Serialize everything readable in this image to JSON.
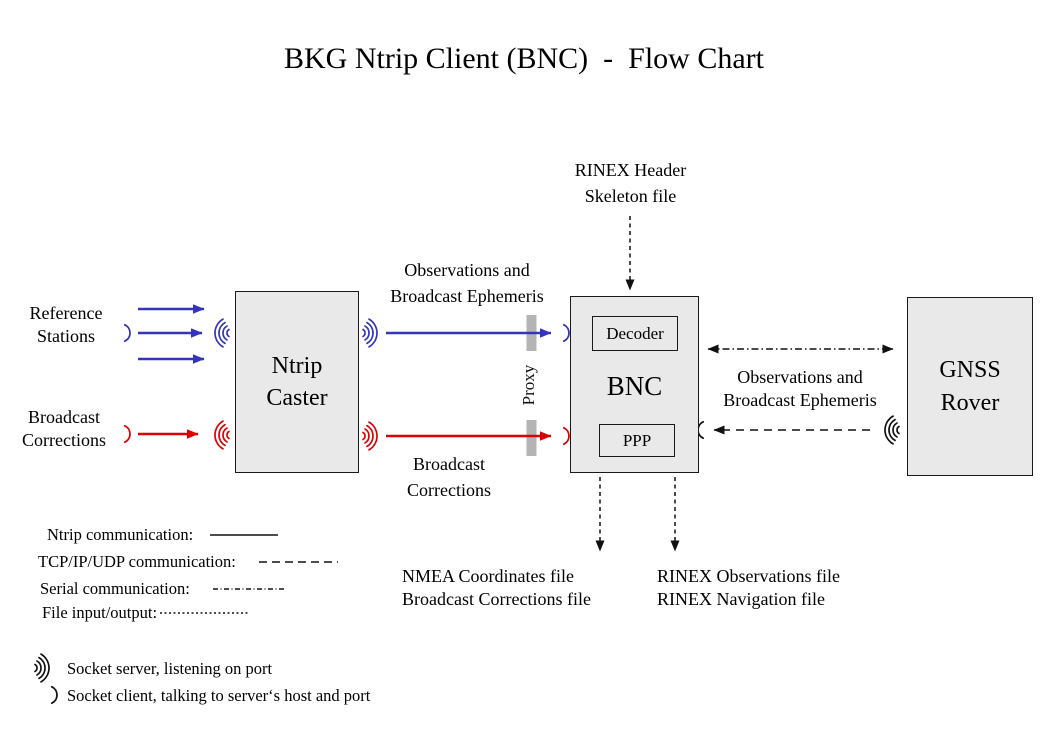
{
  "title": "BKG Ntrip Client (BNC)  -  Flow Chart",
  "colors": {
    "ntrip_blue": "#3333bb",
    "corrections_red": "#dd0000",
    "box_fill": "#e9e9e9",
    "proxy_bar_gray": "#b4b4b4",
    "line_black": "#111111"
  },
  "nodes": {
    "ntrip_caster": {
      "label": "Ntrip\nCaster"
    },
    "bnc": {
      "label": "BNC",
      "decoder": "Decoder",
      "ppp": "PPP"
    },
    "gnss_rover": {
      "label": "GNSS\nRover"
    }
  },
  "labels": {
    "reference_stations": "Reference\nStations",
    "broadcast_corrections_left": "Broadcast\nCorrections",
    "obs_ephemeris_mid": "Observations and\nBroadcast Ephemeris",
    "broadcast_corrections_mid": "Broadcast\nCorrections",
    "proxy": "Proxy",
    "rinex_header_skeleton": "RINEX Header\nSkeleton file",
    "obs_ephemeris_right": "Observations and\nBroadcast Ephemeris",
    "nmea_outputs": "NMEA Coordinates file\nBroadcast Corrections file",
    "rinex_outputs": "RINEX Observations file\nRINEX Navigation file"
  },
  "legend": {
    "ntrip": "Ntrip communication:",
    "tcp": "TCP/IP/UDP communication:",
    "serial": "Serial communication:",
    "file": "File input/output:"
  },
  "socket_legend": {
    "server": "Socket server, listening on port",
    "client": "Socket client, talking to server‘s host and port"
  }
}
